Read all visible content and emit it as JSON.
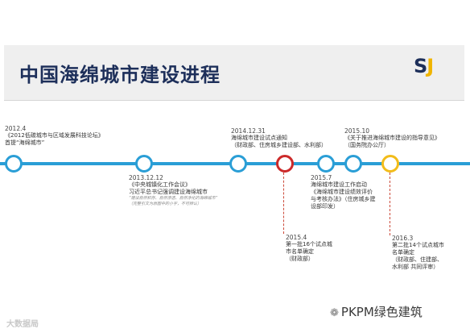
{
  "title": "中国海绵城市建设进程",
  "logo": {
    "letter_s": "S",
    "letter_j": "J"
  },
  "events": [
    {
      "date": "2012.4",
      "lines": [
        "《2012低碳城市与区域发展科技论坛》",
        "首提“海绵城市”"
      ]
    },
    {
      "date": "2013.12.12",
      "lines": [
        "《中央城镇化工作会议》",
        "习近平总书记强调建设海绵城市"
      ],
      "note": [
        "“建设自然积存、自然渗透、自然净化的海绵城市”",
        "（完整引文为原图中的小字，不可辨认）"
      ]
    },
    {
      "date": "2014.12.31",
      "lines": [
        "海绵城市建设试点通知",
        "（财政部、住房城乡建设部、水利部）"
      ]
    },
    {
      "date": "2015.4",
      "lines": [
        "第一批16个试点城",
        "市名单确定",
        "（财政部）"
      ]
    },
    {
      "date": "2015.7",
      "lines": [
        "海绵城市建设工作启动",
        "《海绵城市建设绩效评价",
        "与考核办法》（住房城乡建",
        "设部印发）"
      ]
    },
    {
      "date": "2015.10",
      "lines": [
        "《关于推进海绵城市建设的指导意见》",
        "（国务院办公厅）"
      ]
    },
    {
      "date": "2016.3",
      "lines": [
        "第二批14个试点城市",
        "名单确定",
        "（财政部、住建部、",
        "水利部 共同评审）"
      ]
    }
  ],
  "footer": {
    "left": "大数据局",
    "right": "PKPM绿色建筑",
    "icon": "wechat-icon"
  },
  "colors": {
    "timeline": "#2a9ed6",
    "red_node": "#cc2a2a",
    "yellow_node": "#f2bc1a",
    "title": "#1d2f5a"
  }
}
